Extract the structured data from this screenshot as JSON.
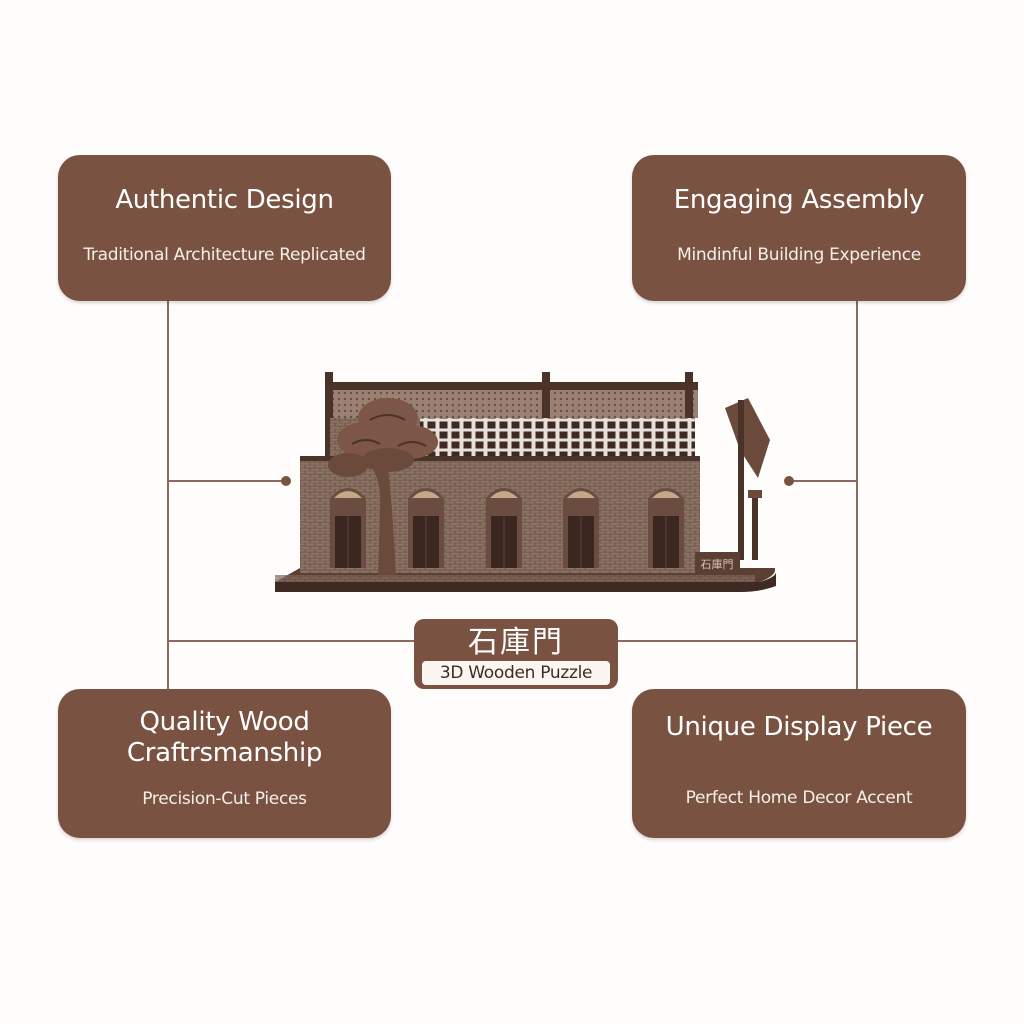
{
  "features": {
    "top_left": {
      "title": "Authentic Design",
      "subtitle": "Traditional Architecture Replicated"
    },
    "top_right": {
      "title": "Engaging Assembly",
      "subtitle": "Mindinful Building Experience"
    },
    "bottom_left": {
      "title_line1": "Quality Wood",
      "title_line2": "Craftrsmanship",
      "subtitle": "Precision-Cut Pieces"
    },
    "bottom_right": {
      "title": "Unique Display Piece",
      "subtitle": "Perfect Home Decor Accent"
    }
  },
  "product": {
    "name_chinese": "石庫門",
    "type": "3D Wooden Puzzle",
    "sign_text": "石庫門"
  },
  "colors": {
    "card_brown": "#7a5242",
    "connector": "#8a6a5c",
    "wood_dark": "#4a3329",
    "wood_mid": "#6b4a3c",
    "brick": "#8a7065"
  }
}
